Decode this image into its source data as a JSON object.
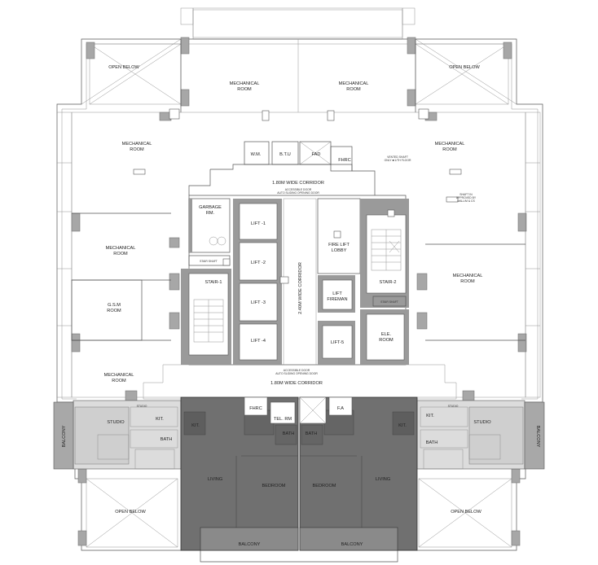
{
  "labels": {
    "open_below_tl": "OPEN BELOW",
    "open_below_tr": "OPEN BELOW",
    "open_below_bl": "OPEN BELOW",
    "open_below_br": "OPEN BELOW",
    "mech_top_left": [
      "MECHANICAL",
      "ROOM"
    ],
    "mech_top_right": [
      "MECHANICAL",
      "ROOM"
    ],
    "mech_left_1": [
      "MECHANICAL",
      "ROOM"
    ],
    "mech_left_2": [
      "MECHANICAL",
      "ROOM"
    ],
    "mech_left_3": [
      "MECHANICAL",
      "ROOM"
    ],
    "mech_right_1": [
      "MECHANICAL",
      "ROOM"
    ],
    "mech_right_2": [
      "MECHANICAL",
      "ROOM"
    ],
    "gsm_room": [
      "G.S.M",
      "ROOM"
    ],
    "wm": "W.M.",
    "btu": "B.T.U",
    "fad": "FAD",
    "fhrc_top": "FHRC",
    "corridor_top": "1.80M WIDE CORRIDOR",
    "corridor_bottom": "1.80M WIDE CORRIDOR",
    "corridor_vertical": "2.40M WIDE CORRIDOR",
    "garbage_rm": [
      "GARBAGE",
      "RM."
    ],
    "stair_shaft_left": "STAIR SHAFT",
    "stair_shaft_right": "STAIR SHAFT",
    "stair_1": "STAIR-1",
    "stair_2": "STAIR-2",
    "lift_1": "LIFT -1",
    "lift_2": "LIFT -2",
    "lift_3": "LIFT -3",
    "lift_4": "LIFT -4",
    "lift_5": "LIFT-5",
    "fire_lift_lobby": [
      "FIRE LIFT",
      "LOBBY"
    ],
    "lift_fireman": [
      "LIFT",
      "FIREMAN"
    ],
    "ele_room": [
      "ELE.",
      "ROOM"
    ],
    "fhrc_bottom": "FHRC",
    "tel_rm": "TEL. RM",
    "fa": "F.A",
    "studio_left": "STUDIO",
    "studio_right": "STUDIO",
    "studio_tag_left": "STUDIO",
    "studio_tag_right": "STUDIO",
    "kit_left": "KIT.",
    "kit_right": "KIT.",
    "kit_unit_left": "KIT.",
    "kit_unit_right": "KIT.",
    "bath_left": "BATH",
    "bath_right": "BATH",
    "bath_unit_left": "BATH",
    "bath_unit_right": "BATH",
    "balcony_left": "BALCONY",
    "balcony_right": "BALCONY",
    "balcony_bottom_left": "BALCONY",
    "balcony_bottom_right": "BALCONY",
    "living_left": "LIVING",
    "living_right": "LIVING",
    "bedroom_left": "BEDROOM",
    "bedroom_right": "BEDROOM",
    "note_access_top": [
      "ACCESSIBLE DOOR",
      "AUTO SLIDING OPENING DOOR"
    ],
    "note_access_bottom": [
      "ACCESSIBLE DOOR",
      "AUTO SLIDING OPENING DOOR"
    ],
    "note_shaft_top": [
      "VENTED SHAFT",
      "ONLY ■ 1/TH FLOOR"
    ],
    "note_shaft_right": [
      "SHAFT IN",
      "APPROVED BY",
      "MALL/M & CS"
    ]
  },
  "colors": {
    "background": "#ffffff",
    "linework": "#555555",
    "walls": "#9a9a9a",
    "apartment_fill": "#6f6f6f",
    "studio_fill": "#dcdcdc",
    "balcony_fill": "#a8a8a8"
  }
}
